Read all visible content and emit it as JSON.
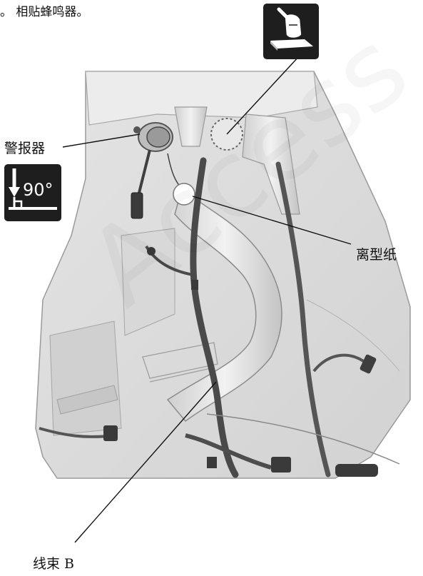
{
  "caption_top": "。 相贴蜂鸣器。",
  "callouts": {
    "alarm": "警报器",
    "release_paper": "离型纸",
    "harness_b": "线束 B"
  },
  "icons": {
    "apply_pad": "apply-pad-icon",
    "angle": {
      "name": "angle-90-icon",
      "text": "90°"
    }
  },
  "watermark": "Access"
}
